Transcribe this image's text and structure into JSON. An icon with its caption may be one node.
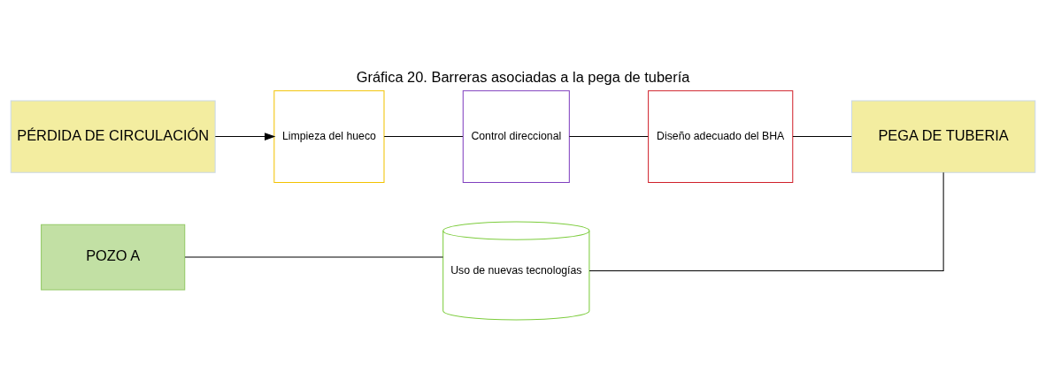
{
  "diagram": {
    "title": "Gráfica 20. Barreras asociadas a la pega de tubería",
    "nodes": [
      {
        "text": [
          "PÉRDIDA DE CIRCULACIÓN"
        ]
      },
      {
        "text": [
          "Limpieza del hueco"
        ]
      },
      {
        "text": [
          "Control direccional"
        ]
      },
      {
        "text": [
          "Diseño adecuado del BHA"
        ]
      },
      {
        "text": [
          "PEGA DE TUBERIA"
        ]
      },
      {
        "text": [
          "POZO A"
        ]
      },
      {
        "text": [
          "Uso de nuevas tecnologías"
        ]
      }
    ],
    "edges": [
      {
        "from": 0,
        "to": 1,
        "arrow": "to"
      },
      {
        "from": 1,
        "to": 2,
        "arrow": "none"
      },
      {
        "from": 2,
        "to": 3,
        "arrow": "none"
      },
      {
        "from": 3,
        "to": 4,
        "arrow": "none"
      },
      {
        "from": 4,
        "to": 6,
        "arrow": "none"
      },
      {
        "from": 6,
        "to": 5,
        "arrow": "none"
      }
    ]
  }
}
